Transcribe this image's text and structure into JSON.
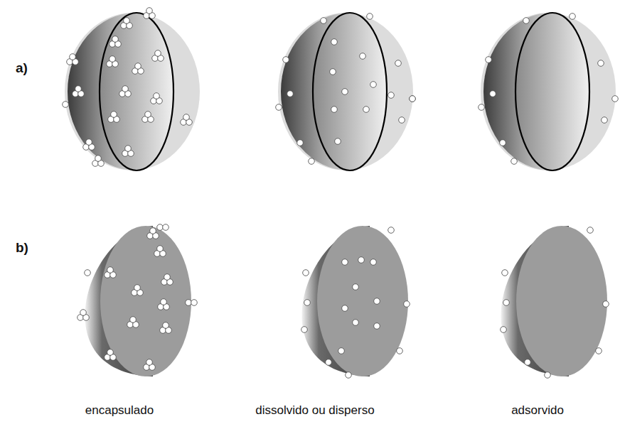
{
  "diagram": {
    "labels": [
      "a)",
      "b)",
      "encapsulado",
      "dissolvido ou disperso",
      "adsorvido"
    ]
  }
}
